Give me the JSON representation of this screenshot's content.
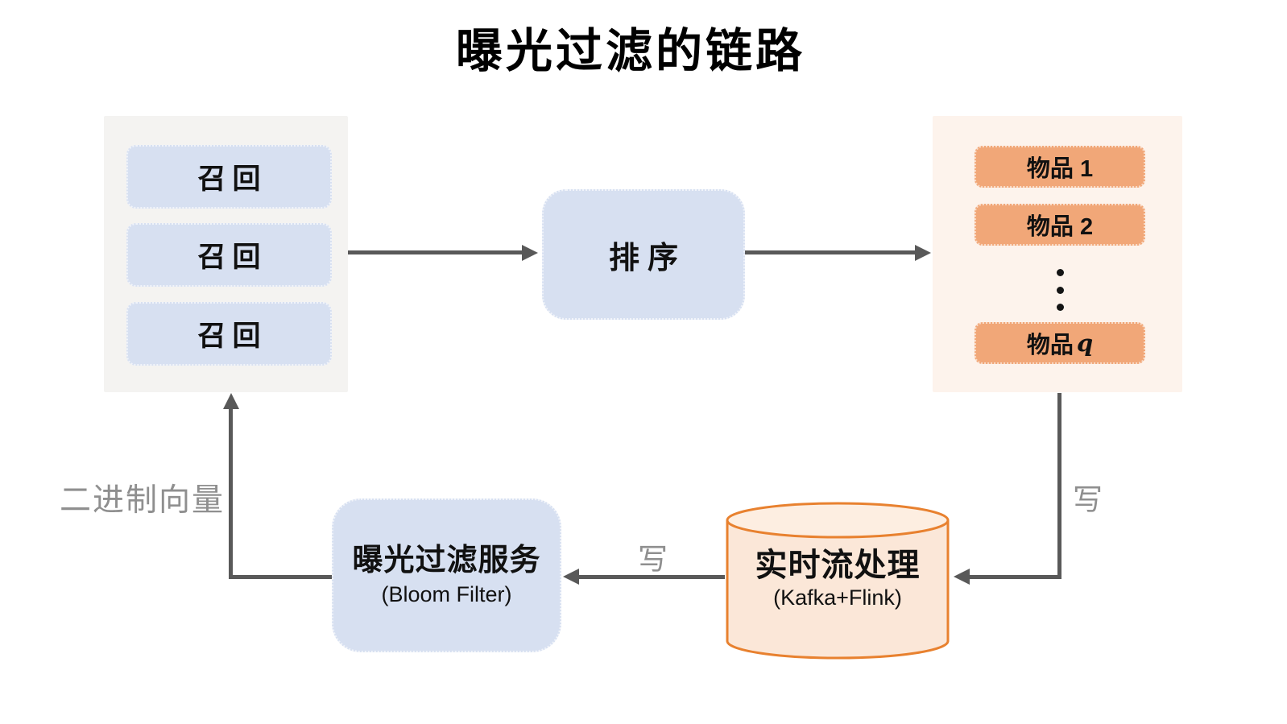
{
  "title": "曝光过滤的链路",
  "recall_panel": {
    "boxes": [
      "召回",
      "召回",
      "召回"
    ]
  },
  "ranking_box": {
    "label": "排序"
  },
  "items_panel": {
    "item_1": "物品 1",
    "item_2": "物品 2",
    "item_last_label": "物品",
    "item_last_var": "q",
    "ellipsis_icon": "vertical-ellipsis"
  },
  "exposure_service_box": {
    "title": "曝光过滤服务",
    "subtitle": "(Bloom Filter)"
  },
  "stream_cylinder": {
    "title": "实时流处理",
    "subtitle": "(Kafka+Flink)"
  },
  "edge_labels": {
    "write_items_to_stream": "写",
    "write_stream_to_service": "写",
    "binary_vector": "二进制向量"
  },
  "colors": {
    "box_blue": "#d7e0f1",
    "panel_gray": "#f4f3f1",
    "panel_cream": "#fdf3ec",
    "item_orange": "#f1a778",
    "cylinder_fill": "#fbe7d8",
    "cylinder_top_fill": "#fdeee1",
    "cylinder_stroke": "#e8812f",
    "arrow_gray": "#595959",
    "edge_label_gray": "#8f8f8f",
    "text_black": "#111111"
  }
}
